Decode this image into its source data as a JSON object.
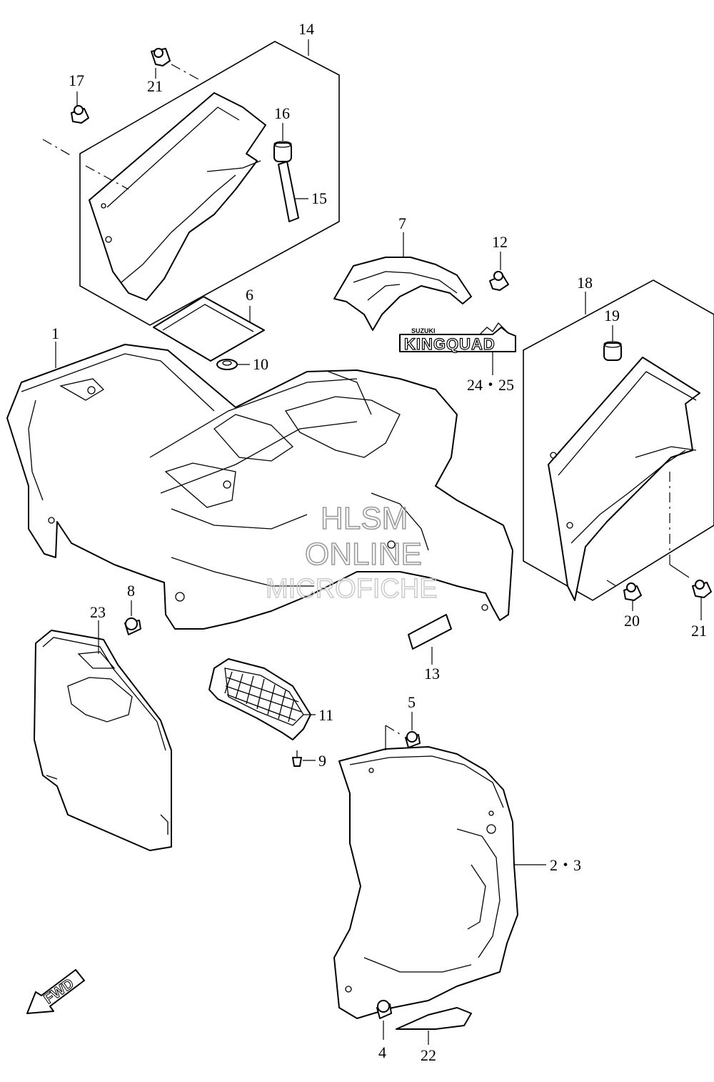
{
  "labels": {
    "p1": "1",
    "p2_3": "2・3",
    "p4": "4",
    "p5": "5",
    "p6": "6",
    "p7": "7",
    "p8": "8",
    "p9": "9",
    "p10": "10",
    "p11": "11",
    "p12": "12",
    "p13": "13",
    "p14": "14",
    "p15": "15",
    "p16": "16",
    "p17": "17",
    "p18": "18",
    "p19": "19",
    "p20": "20",
    "p21_left": "21",
    "p21_right": "21",
    "p22": "22",
    "p23": "23",
    "p24_25": "24・25"
  },
  "decal": {
    "brand": "SUZUKI",
    "model": "KINGQUAD"
  },
  "watermark": {
    "line1": "HLSM",
    "line2": "ONLINE",
    "line3": "MICROFICHE"
  },
  "direction_badge": "FWD"
}
